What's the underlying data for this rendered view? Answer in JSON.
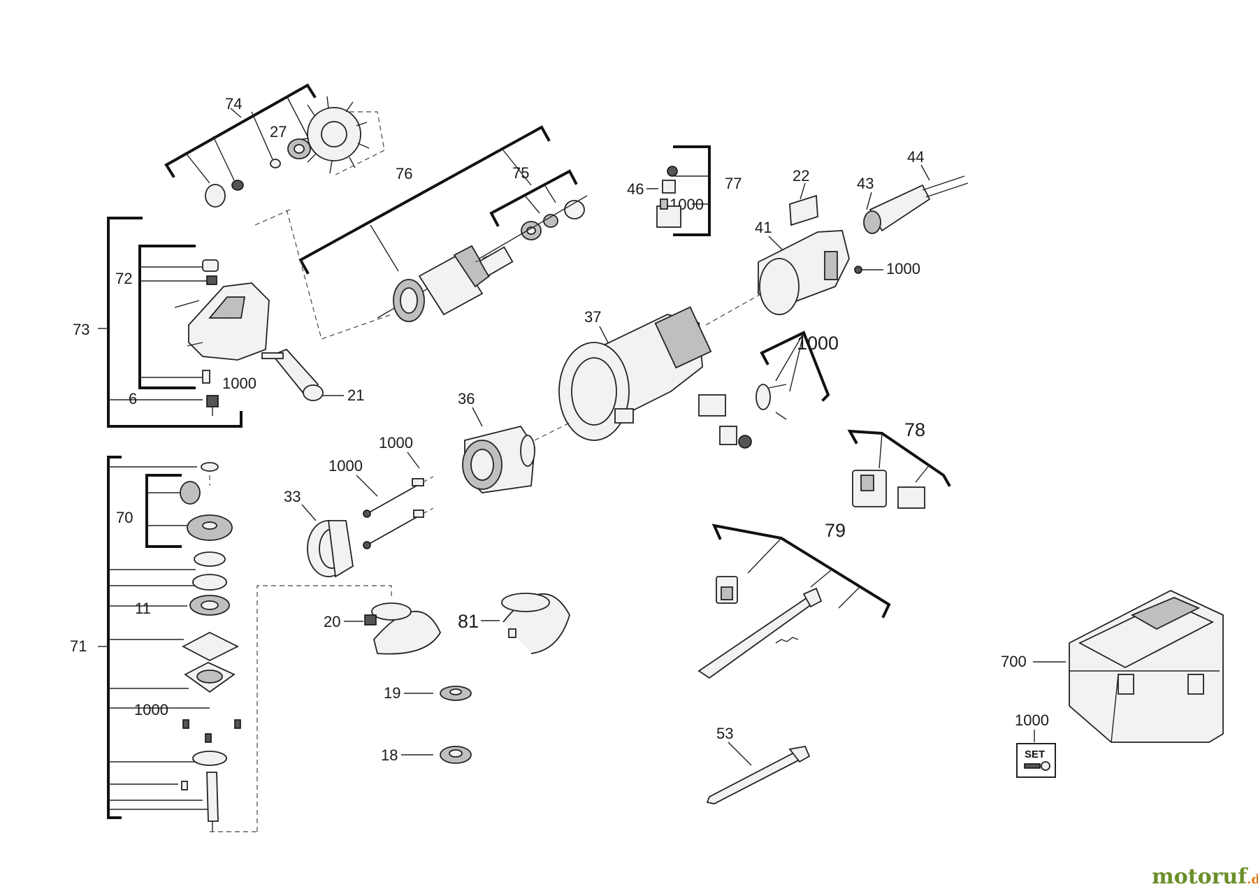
{
  "callouts": {
    "c74": "74",
    "c27": "27",
    "c76": "76",
    "c75": "75",
    "c77": "77",
    "c46": "46",
    "c1000_brush": "1000",
    "c22": "22",
    "c44": "44",
    "c43": "43",
    "c41": "41",
    "c1000_handle_screw": "1000",
    "c72": "72",
    "c73": "73",
    "c6": "6",
    "c1000_gearhead": "1000",
    "c21": "21",
    "c37": "37",
    "c1000_switch": "1000",
    "c36": "36",
    "c1000_bolt_a": "1000",
    "c1000_bolt_b": "1000",
    "c33": "33",
    "c78": "78",
    "c79": "79",
    "c70": "70",
    "c11": "11",
    "c71": "71",
    "c1000_spindle": "1000",
    "c20": "20",
    "c81": "81",
    "c19": "19",
    "c18": "18",
    "c53": "53",
    "c700": "700",
    "c1000_set": "1000"
  },
  "set_badge": "SET",
  "watermark": {
    "brand": "motoruf",
    "tld": ".de",
    "color_main": "#6a8f2a",
    "color_accent": "#e07a1a"
  }
}
